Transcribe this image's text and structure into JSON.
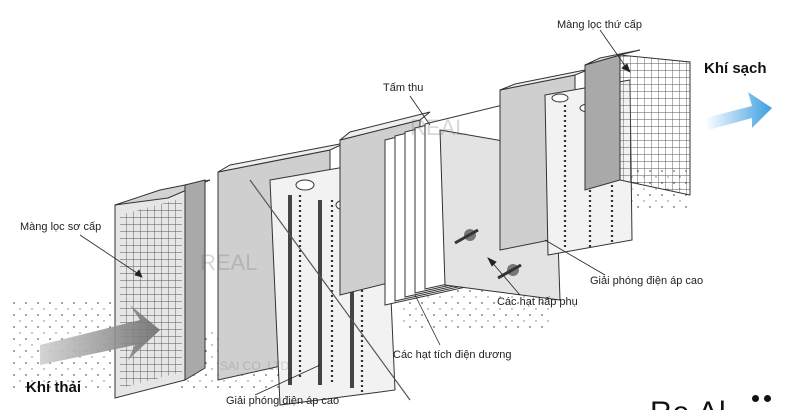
{
  "labels": {
    "secondary_filter": "Màng lọc thứ cấp",
    "clean_air": "Khí sạch",
    "collector_plate": "Tấm thu",
    "primary_filter": "Màng lọc sơ cấp",
    "high_voltage_right": "Giải phóng điện áp cao",
    "adsorbed_particles": "Các hạt hấp phụ",
    "positive_particles": "Các hạt tích điện dương",
    "exhaust_air": "Khí thải",
    "high_voltage_bottom": "Giải phóng điện áp cao"
  },
  "logo": {
    "text": "Re Al"
  },
  "watermark": {
    "line1": "REAL",
    "line2": "SAI CO.,LTD"
  },
  "colors": {
    "panel": "#d2d2d2",
    "panel_dark": "#a9a9a9",
    "mesh": "#555555",
    "arrow_clean": "#4aa8e0",
    "arrow_dirty": "#8c8c8c"
  }
}
